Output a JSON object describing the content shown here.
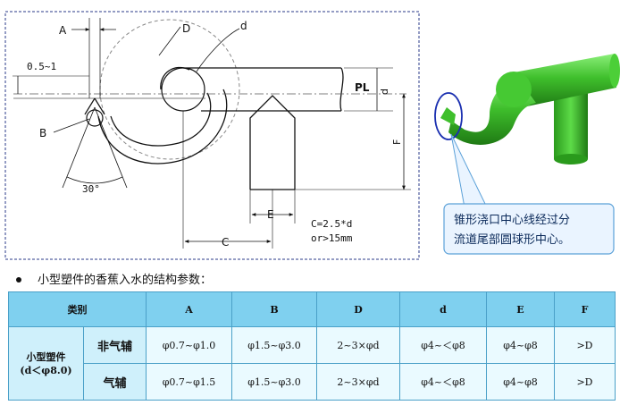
{
  "drawing": {
    "labels": {
      "a": "A",
      "d_upper": "D",
      "d_lower": "d",
      "offset": "0.5~1",
      "b": "B",
      "angle": "30°",
      "pl": "PL",
      "d_side": "d",
      "f": "F",
      "e": "E",
      "c": "C",
      "formula_line1": "C=2.5*d",
      "formula_line2": "or>15mm"
    }
  },
  "callout": {
    "line1": "锥形浇口中心线经过分",
    "line2": "流道尾部圆球形中心。"
  },
  "intro_text": "小型塑件的香蕉入水的结构参数：",
  "table": {
    "headers": [
      "类别",
      "A",
      "B",
      "D",
      "d",
      "E",
      "F"
    ],
    "category_line1": "小型塑件",
    "category_line2": "(d＜φ8.0)",
    "rows": [
      {
        "type": "非气辅",
        "A": "φ0.7~φ1.0",
        "B": "φ1.5~φ3.0",
        "D": "2~3×φd",
        "d": "φ4~＜φ8",
        "E": "φ4~φ8",
        "F": ">D"
      },
      {
        "type": "气辅",
        "A": "φ0.7~φ1.5",
        "B": "φ1.5~φ3.0",
        "D": "2~3×φd",
        "d": "φ4~＜φ8",
        "E": "φ4~φ8",
        "F": ">D"
      }
    ]
  },
  "colors": {
    "table_header": "#7fd0ef",
    "table_body": "#eafaff",
    "table_border": "#4aa0c8",
    "model_green": "#3fbf2c",
    "callout_border": "#5aa0d8",
    "highlight_circle": "#1a2fb0"
  }
}
